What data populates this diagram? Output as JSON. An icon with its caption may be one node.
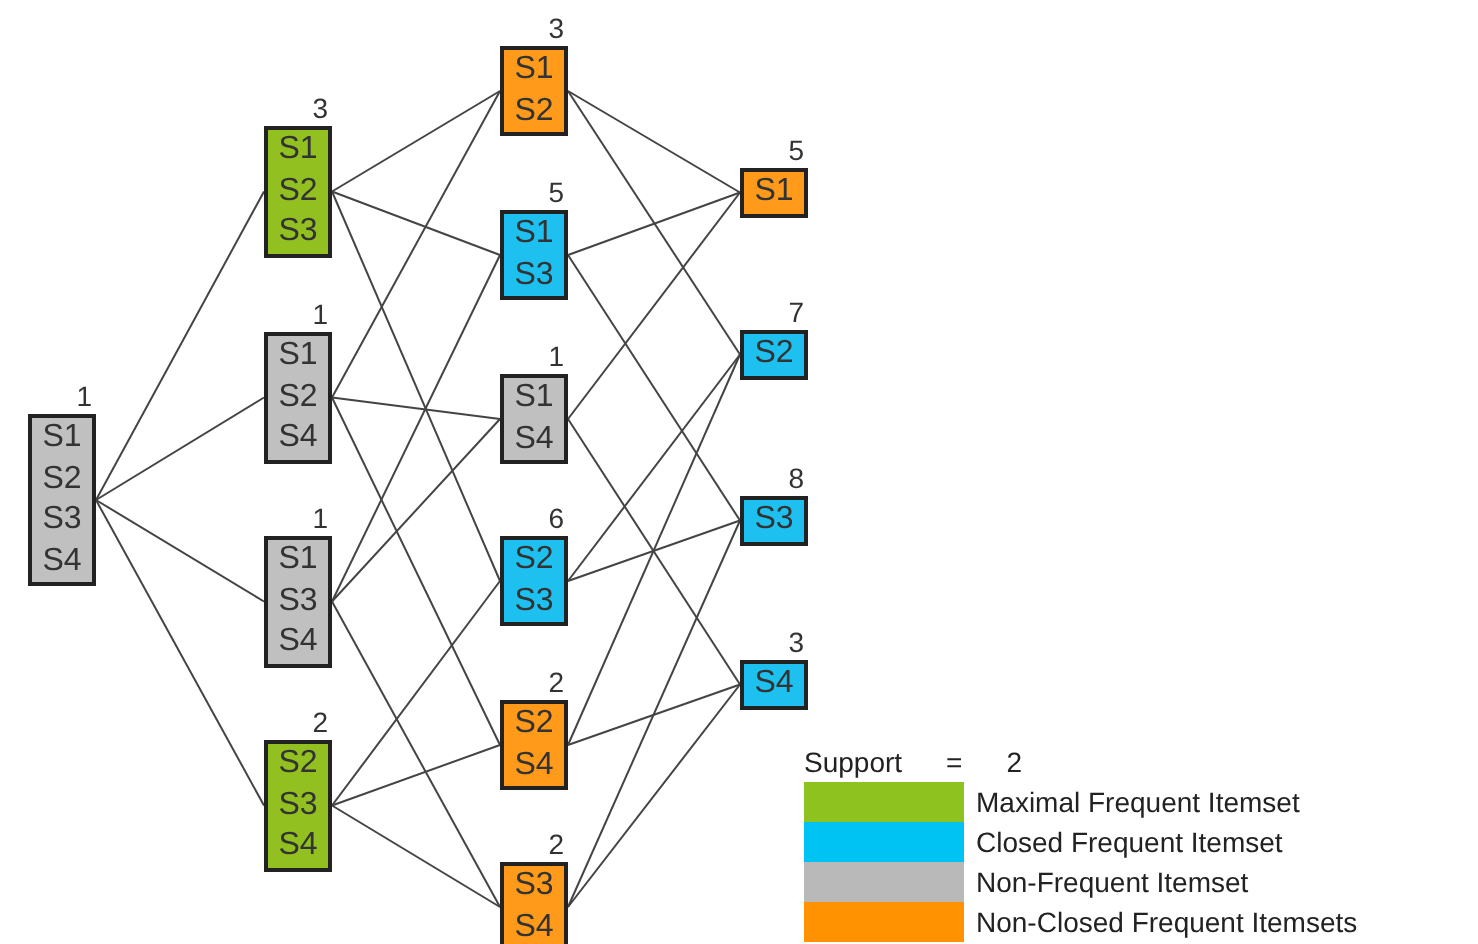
{
  "diagram": {
    "nodes": [
      {
        "text": [
          "S1",
          "S2",
          "S3",
          "S4"
        ],
        "beside": [
          "1"
        ]
      },
      {
        "text": [
          "S1",
          "S2",
          "S3"
        ],
        "beside": [
          "3"
        ]
      },
      {
        "text": [
          "S1",
          "S2",
          "S4"
        ],
        "beside": [
          "1"
        ]
      },
      {
        "text": [
          "S1",
          "S3",
          "S4"
        ],
        "beside": [
          "1"
        ]
      },
      {
        "text": [
          "S2",
          "S3",
          "S4"
        ],
        "beside": [
          "2"
        ]
      },
      {
        "text": [
          "S1",
          "S2"
        ],
        "beside": [
          "3"
        ]
      },
      {
        "text": [
          "S1",
          "S3"
        ],
        "beside": [
          "5"
        ]
      },
      {
        "text": [
          "S1",
          "S4"
        ],
        "beside": [
          "1"
        ]
      },
      {
        "text": [
          "S2",
          "S3"
        ],
        "beside": [
          "6"
        ]
      },
      {
        "text": [
          "S2",
          "S4"
        ],
        "beside": [
          "2"
        ]
      },
      {
        "text": [
          "S3",
          "S4"
        ],
        "beside": [
          "2"
        ]
      },
      {
        "text": [
          "S1"
        ],
        "beside": [
          "5"
        ]
      },
      {
        "text": [
          "S2"
        ],
        "beside": [
          "7"
        ]
      },
      {
        "text": [
          "S3"
        ],
        "beside": [
          "8"
        ]
      },
      {
        "text": [
          "S4"
        ],
        "beside": [
          "3"
        ]
      }
    ],
    "edges": [
      {
        "from": 0,
        "to": 1,
        "arrow": "none"
      },
      {
        "from": 0,
        "to": 2,
        "arrow": "none"
      },
      {
        "from": 0,
        "to": 3,
        "arrow": "none"
      },
      {
        "from": 0,
        "to": 4,
        "arrow": "none"
      },
      {
        "from": 1,
        "to": 5,
        "arrow": "none"
      },
      {
        "from": 1,
        "to": 6,
        "arrow": "none"
      },
      {
        "from": 1,
        "to": 8,
        "arrow": "none"
      },
      {
        "from": 2,
        "to": 5,
        "arrow": "none"
      },
      {
        "from": 2,
        "to": 7,
        "arrow": "none"
      },
      {
        "from": 2,
        "to": 9,
        "arrow": "none"
      },
      {
        "from": 3,
        "to": 6,
        "arrow": "none"
      },
      {
        "from": 3,
        "to": 7,
        "arrow": "none"
      },
      {
        "from": 3,
        "to": 10,
        "arrow": "none"
      },
      {
        "from": 4,
        "to": 8,
        "arrow": "none"
      },
      {
        "from": 4,
        "to": 9,
        "arrow": "none"
      },
      {
        "from": 4,
        "to": 10,
        "arrow": "none"
      },
      {
        "from": 5,
        "to": 11,
        "arrow": "none"
      },
      {
        "from": 5,
        "to": 12,
        "arrow": "none"
      },
      {
        "from": 6,
        "to": 11,
        "arrow": "none"
      },
      {
        "from": 6,
        "to": 13,
        "arrow": "none"
      },
      {
        "from": 7,
        "to": 11,
        "arrow": "none"
      },
      {
        "from": 7,
        "to": 14,
        "arrow": "none"
      },
      {
        "from": 8,
        "to": 12,
        "arrow": "none"
      },
      {
        "from": 8,
        "to": 13,
        "arrow": "none"
      },
      {
        "from": 9,
        "to": 12,
        "arrow": "none"
      },
      {
        "from": 9,
        "to": 14,
        "arrow": "none"
      },
      {
        "from": 10,
        "to": 13,
        "arrow": "none"
      },
      {
        "from": 10,
        "to": 14,
        "arrow": "none"
      }
    ],
    "labels": [
      "Support",
      "=",
      "2"
    ],
    "legend": [
      {
        "text": "Maximal Frequent Itemset",
        "color": "#8dc21f"
      },
      {
        "text": "Closed Frequent Itemset",
        "color": "#00c3f3"
      },
      {
        "text": "Non-Frequent Itemset",
        "color": "#b9b9b9"
      },
      {
        "text": "Non-Closed Frequent Itemsets",
        "color": "#ff9200"
      }
    ]
  }
}
